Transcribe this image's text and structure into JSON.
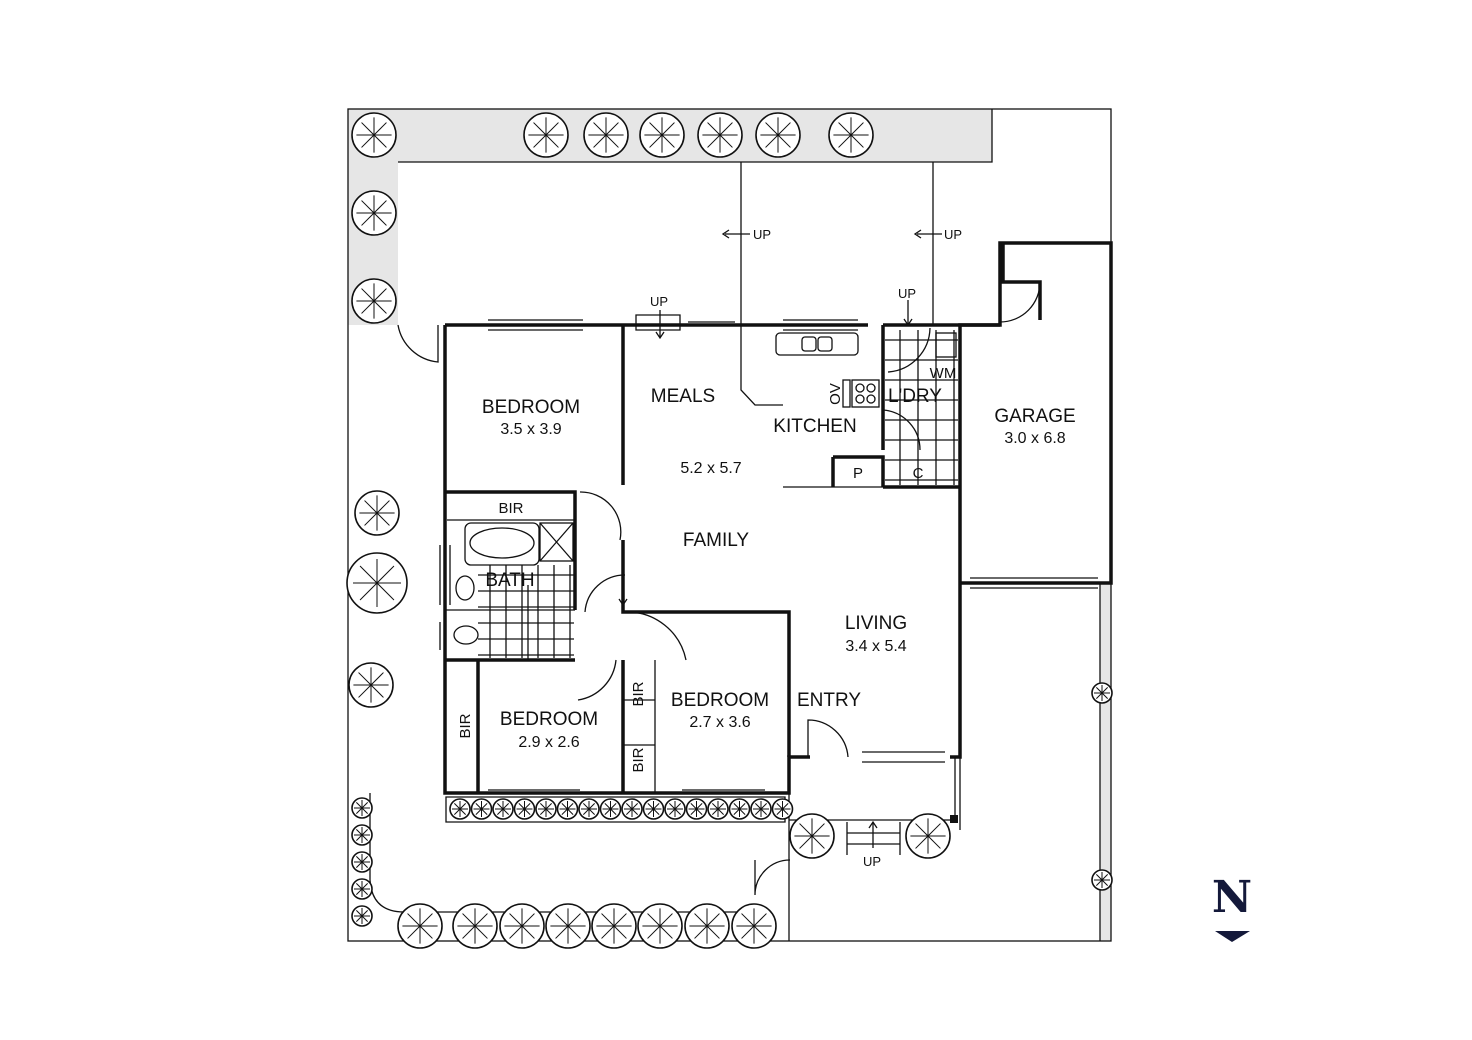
{
  "plan": {
    "rooms": [
      {
        "name": "BEDROOM",
        "size": "3.5 x 3.9"
      },
      {
        "name": "MEALS",
        "size": "5.2 x 5.7"
      },
      {
        "name": "KITCHEN"
      },
      {
        "name": "L'DRY"
      },
      {
        "name": "GARAGE",
        "size": "3.0 x 6.8"
      },
      {
        "name": "FAMILY"
      },
      {
        "name": "BATH"
      },
      {
        "name": "LIVING",
        "size": "3.4 x 5.4"
      },
      {
        "name": "BEDROOM",
        "size": "2.7 x 3.6"
      },
      {
        "name": "BEDROOM",
        "size": "2.9 x 2.6"
      },
      {
        "name": "ENTRY"
      }
    ],
    "fixtures": {
      "bir": "BIR",
      "wm": "WM",
      "ov": "OV",
      "pantry": "P",
      "cupboard": "C"
    },
    "step_label": "UP",
    "north_label": "N",
    "north_color": "#14193a"
  }
}
